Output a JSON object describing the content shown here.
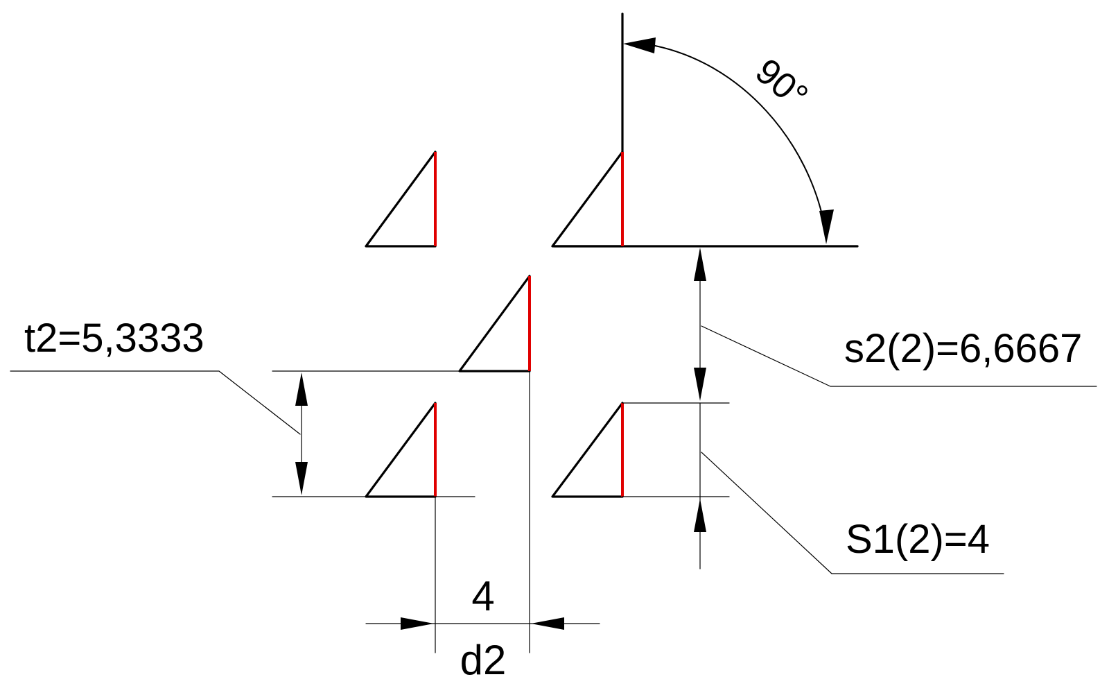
{
  "labels": {
    "angle": "90°",
    "t2": "t2=5,3333",
    "s2": "s2(2)=6,6667",
    "s1": "S1(2)=4",
    "dim_value": "4",
    "dim_name": "d2"
  },
  "colors": {
    "line": "#000000",
    "highlight": "#e00000",
    "background": "#ffffff"
  }
}
